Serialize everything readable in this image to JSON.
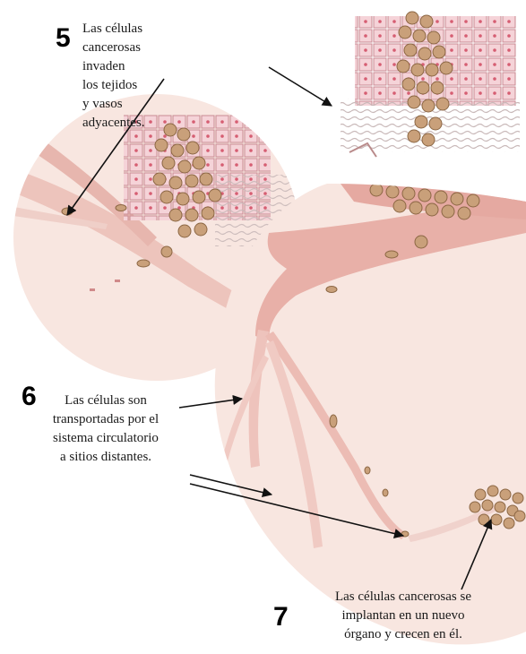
{
  "steps": [
    {
      "number": "5",
      "text": "Las células cancerosas invaden\nlos tejidos y vasos adyacentes."
    },
    {
      "number": "6",
      "text": "Las células son\ntransportadas por el\nsistema circulatorio\na sitios distantes."
    },
    {
      "number": "7",
      "text": "Las células cancerosas se\nimplantan en un nuevo\nórgano y crecen en él."
    }
  ],
  "colors": {
    "magnified_disc": "#f8e6e0",
    "vessel": "#e8b0a8",
    "vessel_dark": "#d99a92",
    "tissue_cell": "#f3c9cf",
    "tissue_cell_border": "#c98a92",
    "cancer_cell": "#c9a07a",
    "arrow": "#111111"
  }
}
